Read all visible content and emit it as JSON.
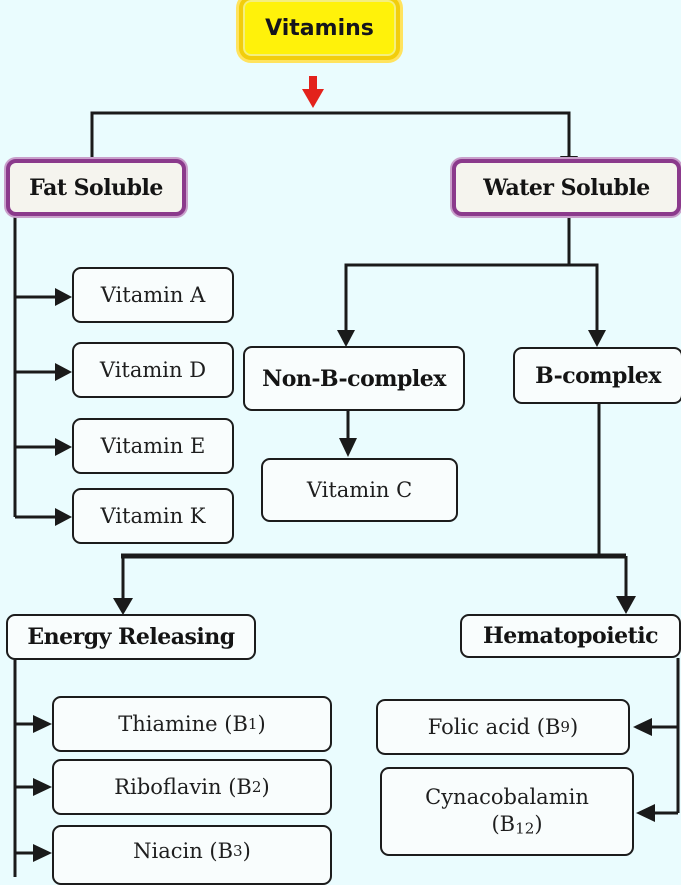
{
  "title": "Vitamins",
  "colors": {
    "background": "#eafcfe",
    "root_fill": "#fff20a",
    "root_border": "#f2cd0c",
    "category_border": "#8b3a8c",
    "line": "#1a1a1a",
    "root_arrow": "#e3221c"
  },
  "categories": {
    "fat": {
      "label": "Fat Soluble",
      "items": [
        "Vitamin A",
        "Vitamin D",
        "Vitamin E",
        "Vitamin K"
      ]
    },
    "water": {
      "label": "Water Soluble",
      "non_b": {
        "label": "Non-B-complex",
        "items": [
          "Vitamin C"
        ]
      },
      "b_complex": {
        "label": "B-complex",
        "energy_releasing": {
          "label": "Energy Releasing",
          "items": [
            {
              "name": "Thiamine",
              "code": "B",
              "sub": "1"
            },
            {
              "name": "Riboflavin",
              "code": "B",
              "sub": "2"
            },
            {
              "name": "Niacin",
              "code": "B",
              "sub": "3"
            }
          ]
        },
        "hematopoietic": {
          "label": "Hematopoietic",
          "items": [
            {
              "name": "Folic acid",
              "code": "B",
              "sub": "9"
            },
            {
              "name": "Cynacobalamin",
              "code": "B",
              "sub": "12"
            }
          ]
        }
      }
    }
  }
}
